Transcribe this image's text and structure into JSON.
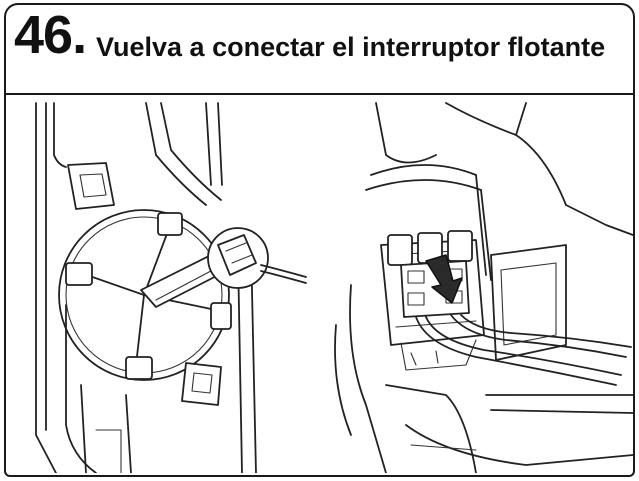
{
  "step": {
    "number": "46.",
    "title": "Vuelva a conectar el interruptor flotante"
  },
  "illustration": {
    "panels": [
      "float-switch-assembly",
      "connector-reattach"
    ],
    "arrow_color": "#2a2a2a"
  }
}
